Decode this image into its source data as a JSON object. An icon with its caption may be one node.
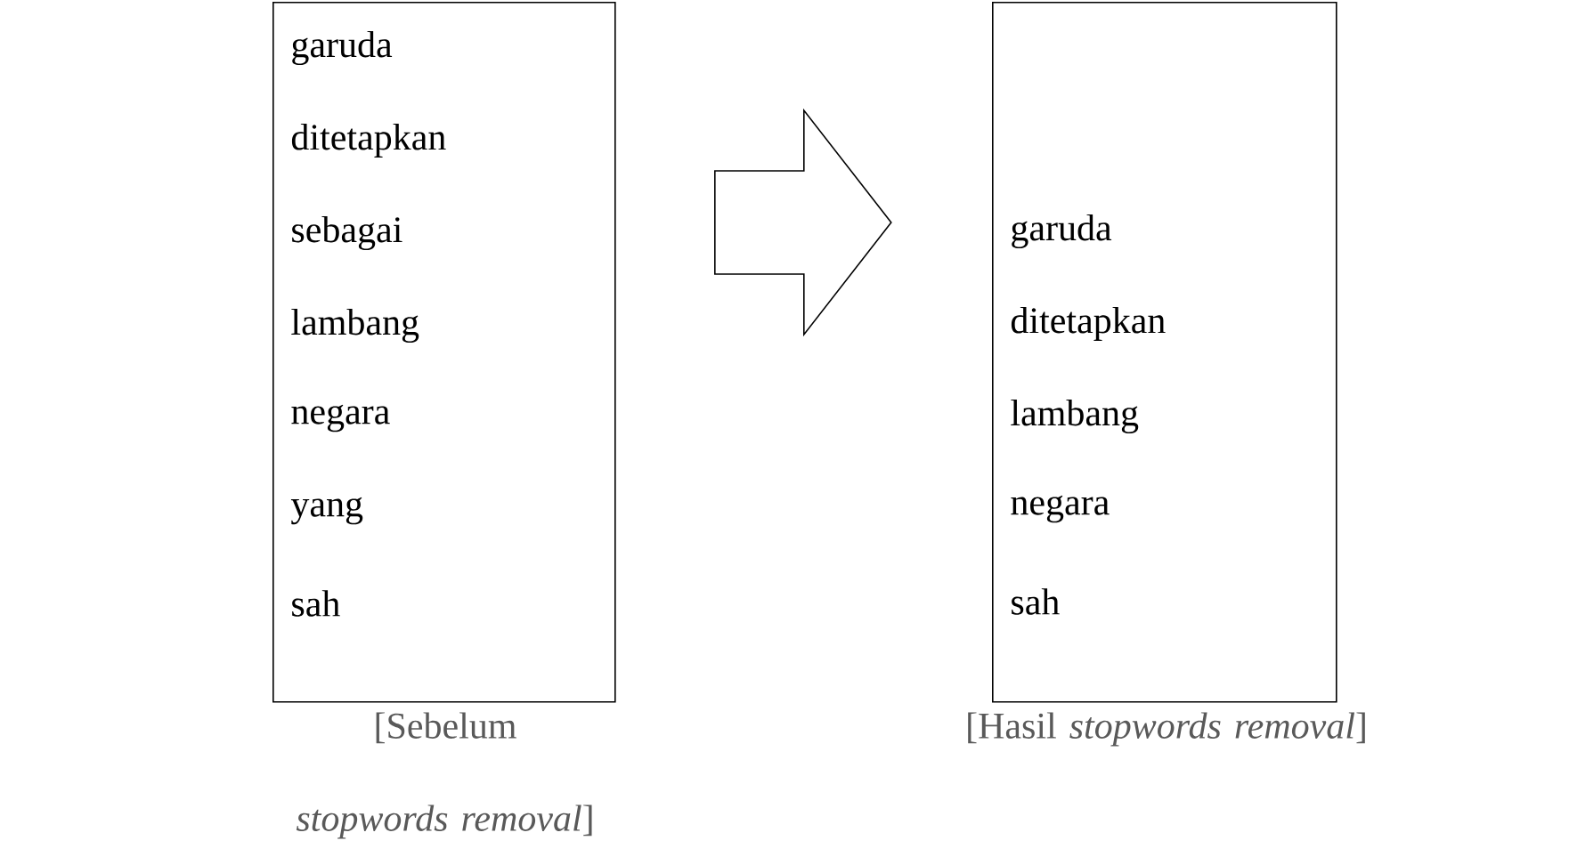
{
  "diagram": {
    "nodes": [
      {
        "text": [
          "garuda",
          "ditetapkan",
          "sebagai",
          "lambang",
          "negara",
          "yang",
          "sah"
        ],
        "beside": [
          "[Sebelum *stopwords removal*]"
        ]
      },
      {
        "text": [
          "garuda",
          "ditetapkan",
          "lambang",
          "negara",
          "sah"
        ],
        "beside": [
          "[Hasil *stopwords removal*]"
        ]
      }
    ],
    "edges": [
      {
        "from": 0,
        "to": 1,
        "arrow": "to"
      }
    ]
  }
}
